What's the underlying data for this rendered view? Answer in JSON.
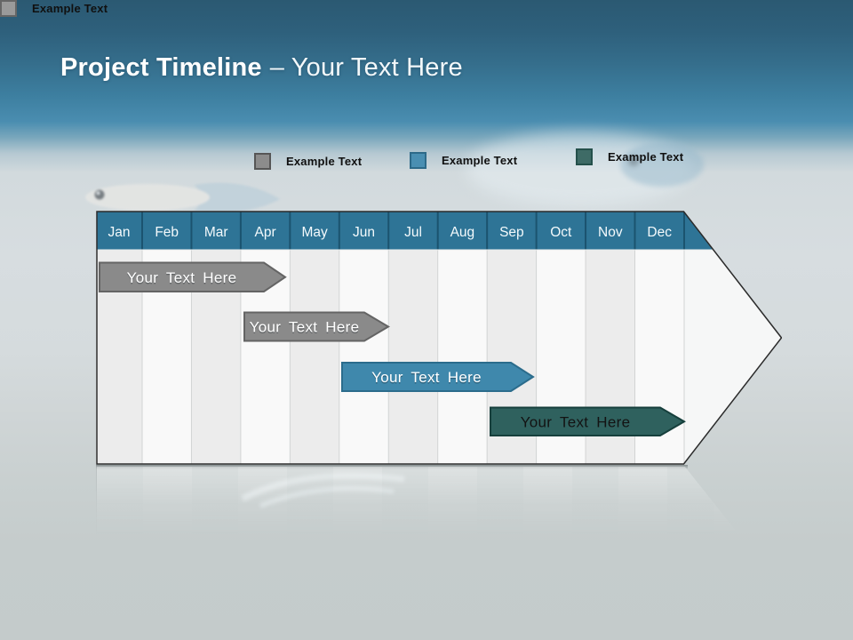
{
  "title": {
    "bold": "Project Timeline",
    "rest": "– Your Text Here"
  },
  "legend": {
    "items": [
      {
        "label": "Example Text",
        "color": "#8c8c8c",
        "border": "#565656"
      },
      {
        "label": "Example Text",
        "color": "#4a8fb2",
        "border": "#2d6a89"
      },
      {
        "label": "Example Text",
        "color": "#3e6b66",
        "border": "#24504b"
      },
      {
        "label": "Example Text",
        "color": "#9a9a9a",
        "border": "#666666"
      }
    ]
  },
  "timeline": {
    "months": [
      "Jan",
      "Feb",
      "Mar",
      "Apr",
      "May",
      "Jun",
      "Jul",
      "Aug",
      "Sep",
      "Oct",
      "Nov",
      "Dec"
    ],
    "header_color": "#2e7496",
    "header_divider_color": "#1b536f",
    "body_fill": "#f6f7f7",
    "body_stripe_dark": "#ececec",
    "body_stripe_light": "#f9f9f9",
    "grid_line_color": "#d2d4d4",
    "outline_color": "#2b2b2b"
  },
  "bars": [
    {
      "label": "Your Text Here",
      "start_month": "Jan",
      "end_month": "Apr",
      "fill": "#8a8a8a",
      "stroke": "#646464",
      "text_color": "#ffffff"
    },
    {
      "label": "Your Text Here",
      "start_month": "Apr",
      "end_month": "Jun",
      "fill": "#8a8a8a",
      "stroke": "#646464",
      "text_color": "#ffffff"
    },
    {
      "label": "Your Text Here",
      "start_month": "Jun",
      "end_month": "Sep",
      "fill": "#3f88ac",
      "stroke": "#2b6c8c",
      "text_color": "#ffffff"
    },
    {
      "label": "Your Text Here",
      "start_month": "Sep",
      "end_month": "Dec",
      "fill": "#2f615e",
      "stroke": "#163f3c",
      "text_color": "#131313"
    }
  ]
}
